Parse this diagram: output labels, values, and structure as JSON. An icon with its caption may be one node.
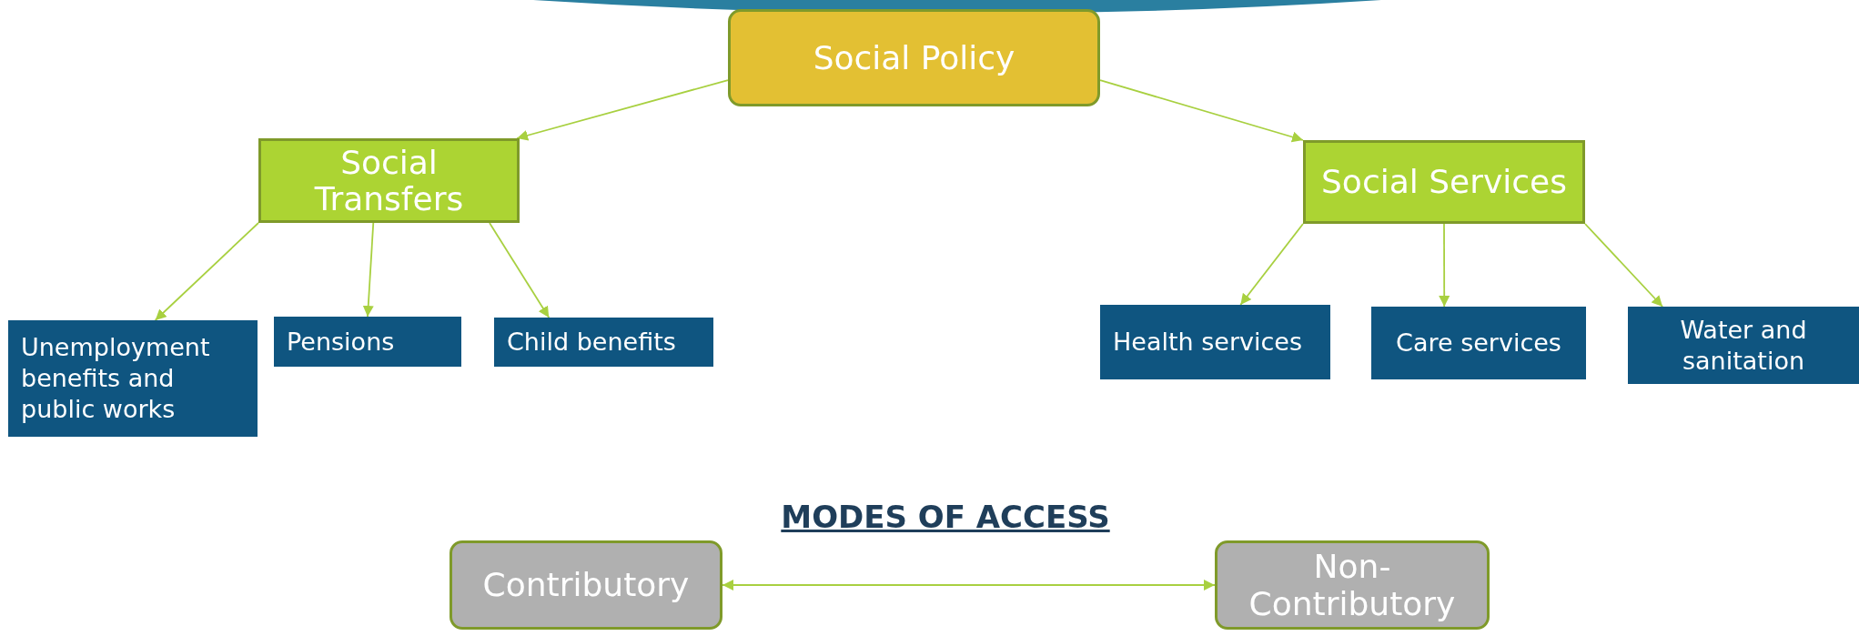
{
  "diagram": {
    "nodes": [
      {
        "text": [
          "Social Policy"
        ]
      },
      {
        "text": [
          "Social Transfers"
        ]
      },
      {
        "text": [
          "Social Services"
        ]
      },
      {
        "text": [
          "Unemployment benefits and public works"
        ]
      },
      {
        "text": [
          "Pensions"
        ]
      },
      {
        "text": [
          "Child benefits"
        ]
      },
      {
        "text": [
          "Health services"
        ]
      },
      {
        "text": [
          "Care services"
        ]
      },
      {
        "text": [
          "Water and sanitation"
        ]
      },
      {
        "text": [
          "Contributory"
        ]
      },
      {
        "text": [
          "Non-Contributory"
        ]
      }
    ],
    "edges": [
      {
        "from": 0,
        "to": 1,
        "arrow": "to"
      },
      {
        "from": 0,
        "to": 2,
        "arrow": "to"
      },
      {
        "from": 1,
        "to": 3,
        "arrow": "to"
      },
      {
        "from": 1,
        "to": 4,
        "arrow": "to"
      },
      {
        "from": 1,
        "to": 5,
        "arrow": "to"
      },
      {
        "from": 2,
        "to": 6,
        "arrow": "to"
      },
      {
        "from": 2,
        "to": 7,
        "arrow": "to"
      },
      {
        "from": 2,
        "to": 8,
        "arrow": "to"
      },
      {
        "from": 9,
        "to": 10,
        "arrow": "both"
      }
    ],
    "labels": [
      "MODES OF ACCESS"
    ]
  }
}
